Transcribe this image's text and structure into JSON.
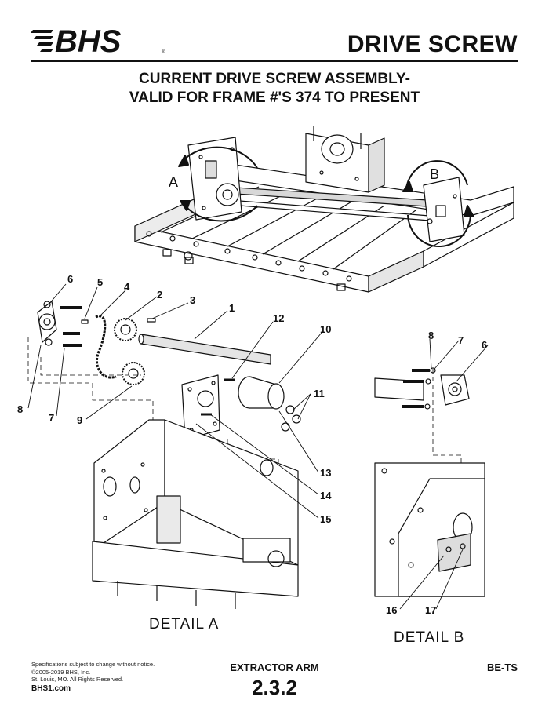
{
  "header": {
    "brand": "BHS",
    "title": "DRIVE SCREW"
  },
  "heading": {
    "line1": "CURRENT DRIVE SCREW ASSEMBLY-",
    "line2": "VALID FOR FRAME #'S 374 TO PRESENT"
  },
  "diagram": {
    "views": [
      "A",
      "B"
    ],
    "callouts_a": [
      "6",
      "5",
      "4",
      "2",
      "3",
      "1",
      "12",
      "10",
      "11",
      "8",
      "7",
      "9",
      "13",
      "14",
      "15"
    ],
    "callouts_b": [
      "8",
      "7",
      "6",
      "16",
      "17"
    ],
    "detail_a_label": "DETAIL  A",
    "detail_b_label": "DETAIL  B"
  },
  "footer": {
    "notice": "Specifications subject to change without notice.",
    "copyright": "©2005-2019 BHS, Inc.",
    "address": "St. Louis, MO.  All Rights Reserved.",
    "website": "BHS1.com",
    "section": "EXTRACTOR ARM",
    "page_number": "2.3.2",
    "doc_code": "BE-TS"
  }
}
